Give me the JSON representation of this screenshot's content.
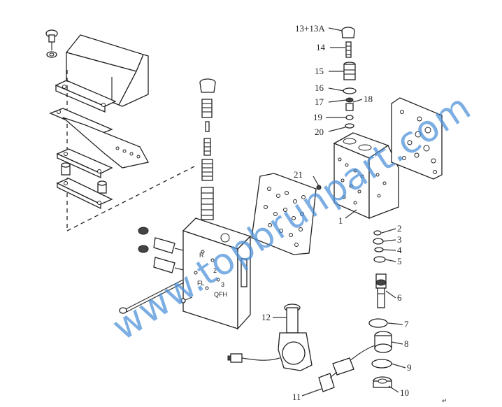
{
  "labels": {
    "l13": "13+13A",
    "l14": "14",
    "l15": "15",
    "l16": "16",
    "l17": "17",
    "l18": "18",
    "l19": "19",
    "l20": "20",
    "l21": "21",
    "l1": "1",
    "l2": "2",
    "l3": "3",
    "l4": "4",
    "l5": "5",
    "l6": "6",
    "l7": "7",
    "l8": "8",
    "l9": "9",
    "l10": "10",
    "l11": "11",
    "l12": "12"
  },
  "body_marks": {
    "r": "R",
    "two": "2",
    "fl": "FL",
    "three": "3",
    "qfh": "QFH"
  },
  "watermark": "www.topbrunpart.com",
  "return_mark": "↵",
  "colors": {
    "watermark": "#4a90d9",
    "line": "#222222"
  }
}
